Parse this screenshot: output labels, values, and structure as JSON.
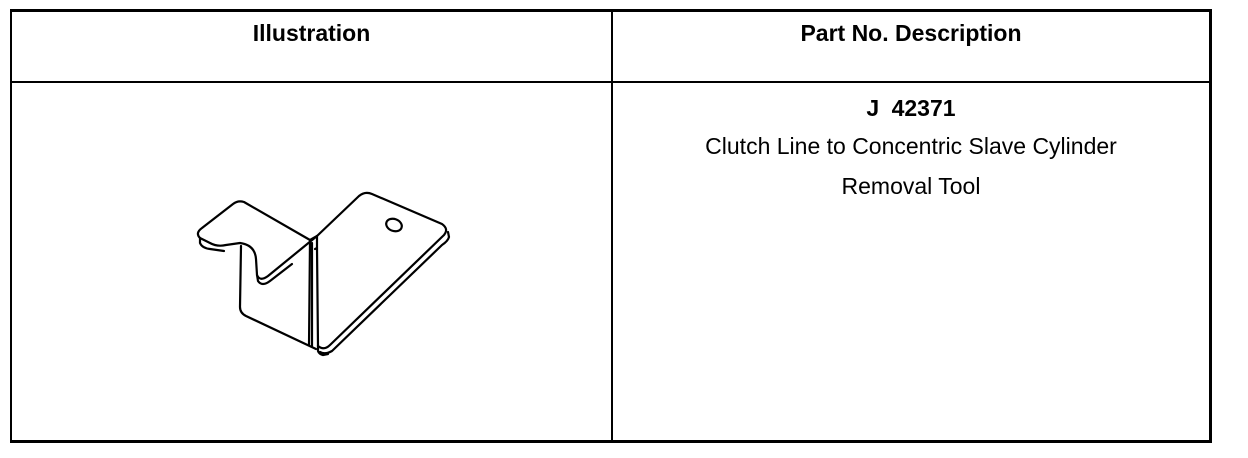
{
  "table": {
    "headers": {
      "illustration": "Illustration",
      "description": "Part No. Description"
    },
    "rows": [
      {
        "part_number": "J  42371",
        "description_lines": [
          "Clutch Line to Concentric Slave Cylinder",
          "Removal Tool"
        ],
        "illustration_icon": "clutch-slave-cylinder-removal-tool-icon"
      }
    ]
  }
}
